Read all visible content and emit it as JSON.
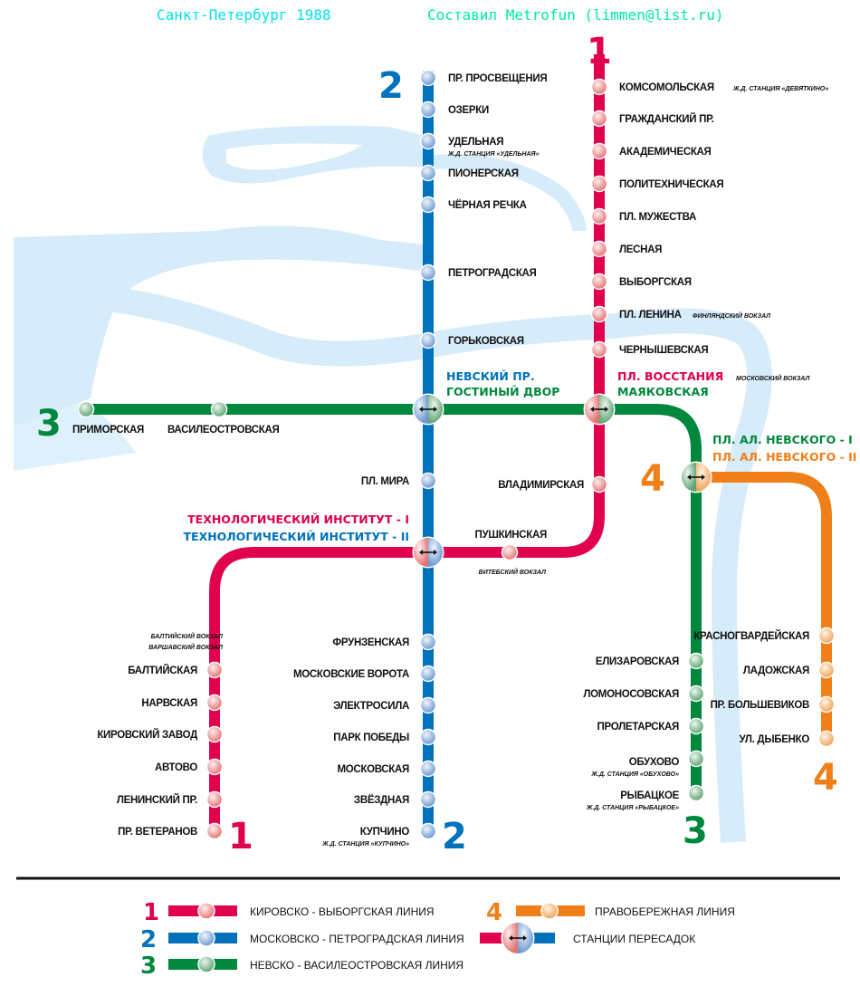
{
  "header": {
    "title": "Санкт-Петербург 1988",
    "author": "Составил Metrofun (limmen@list.ru)"
  },
  "colors": {
    "line1": "#e0004d",
    "line2": "#0072bc",
    "line3": "#00873e",
    "line4": "#f07f1a",
    "river": "#d6ecfa",
    "title": "#00e0f0",
    "author": "#00e8a8"
  },
  "line_numbers": {
    "line1": "1",
    "line2": "2",
    "line3": "3",
    "line4": "4"
  },
  "line1": {
    "stations": [
      {
        "name": "КОМСОМОЛЬСКАЯ",
        "note": "Ж.Д. СТАНЦИЯ «ДЕВЯТКИНО»"
      },
      {
        "name": "ГРАЖДАНСКИЙ ПР."
      },
      {
        "name": "АКАДЕМИЧЕСКАЯ"
      },
      {
        "name": "ПОЛИТЕХНИЧЕСКАЯ"
      },
      {
        "name": "ПЛ. МУЖЕСТВА"
      },
      {
        "name": "ЛЕСНАЯ"
      },
      {
        "name": "ВЫБОРГСКАЯ"
      },
      {
        "name": "ПЛ. ЛЕНИНА",
        "note": "ФИНЛЯНДСКИЙ ВОКЗАЛ"
      },
      {
        "name": "ЧЕРНЫШЕВСКАЯ"
      },
      {
        "name": "ВЛАДИМИРСКАЯ"
      },
      {
        "name": "ПУШКИНСКАЯ",
        "note": "ВИТЕБСКИЙ ВОКЗАЛ"
      },
      {
        "name": "БАЛТИЙСКАЯ",
        "note": "БАЛТИЙСКИЙ ВОКЗАЛ",
        "note2": "ВАРШАВСКИЙ ВОКЗАЛ"
      },
      {
        "name": "НАРВСКАЯ"
      },
      {
        "name": "КИРОВСКИЙ ЗАВОД"
      },
      {
        "name": "АВТОВО"
      },
      {
        "name": "ЛЕНИНСКИЙ ПР."
      },
      {
        "name": "ПР. ВЕТЕРАНОВ"
      }
    ]
  },
  "line2": {
    "stations": [
      {
        "name": "ПР. ПРОСВЕЩЕНИЯ"
      },
      {
        "name": "ОЗЕРКИ"
      },
      {
        "name": "УДЕЛЬНАЯ",
        "note": "Ж.Д. СТАНЦИЯ «УДЕЛЬНАЯ»"
      },
      {
        "name": "ПИОНЕРСКАЯ"
      },
      {
        "name": "ЧЁРНАЯ РЕЧКА"
      },
      {
        "name": "ПЕТРОГРАДСКАЯ"
      },
      {
        "name": "ГОРЬКОВСКАЯ"
      },
      {
        "name": "ПЛ. МИРА"
      },
      {
        "name": "ФРУНЗЕНСКАЯ"
      },
      {
        "name": "МОСКОВСКИЕ ВОРОТА"
      },
      {
        "name": "ЭЛЕКТРОСИЛА"
      },
      {
        "name": "ПАРК ПОБЕДЫ"
      },
      {
        "name": "МОСКОВСКАЯ"
      },
      {
        "name": "ЗВЁЗДНАЯ"
      },
      {
        "name": "КУПЧИНО",
        "note": "Ж.Д. СТАНЦИЯ «КУПЧИНО»"
      }
    ]
  },
  "line3": {
    "stations": [
      {
        "name": "ПРИМОРСКАЯ"
      },
      {
        "name": "ВАСИЛЕОСТРОВСКАЯ"
      },
      {
        "name": "ЕЛИЗАРОВСКАЯ"
      },
      {
        "name": "ЛОМОНОСОВСКАЯ"
      },
      {
        "name": "ПРОЛЕТАРСКАЯ"
      },
      {
        "name": "ОБУХОВО",
        "note": "Ж.Д. СТАНЦИЯ «ОБУХОВО»"
      },
      {
        "name": "РЫБАЦКОЕ",
        "note": "Ж.Д. СТАНЦИЯ «РЫБАЦКОЕ»"
      }
    ]
  },
  "line4": {
    "stations": [
      {
        "name": "КРАСНОГВАРДЕЙСКАЯ"
      },
      {
        "name": "ЛАДОЖСКАЯ"
      },
      {
        "name": "ПР. БОЛЬШЕВИКОВ"
      },
      {
        "name": "УЛ. ДЫБЕНКО"
      }
    ]
  },
  "transfers": [
    {
      "name_a": "НЕВСКИЙ ПР.",
      "name_b": "ГОСТИНЫЙ ДВОР",
      "icon": "transfer-arrow-icon"
    },
    {
      "name_a": "ПЛ. ВОССТАНИЯ",
      "name_b": "МАЯКОВСКАЯ",
      "note": "МОСКОВСКИЙ ВОКЗАЛ",
      "icon": "transfer-arrow-icon"
    },
    {
      "name_a": "ПЛ. АЛ. НЕВСКОГО - I",
      "name_b": "ПЛ. АЛ. НЕВСКОГО - II",
      "icon": "transfer-arrow-icon"
    },
    {
      "name_a": "ТЕХНОЛОГИЧЕСКИЙ ИНСТИТУТ -  I",
      "name_b": "ТЕХНОЛОГИЧЕСКИЙ ИНСТИТУТ - II",
      "icon": "transfer-arrow-icon"
    }
  ],
  "legend": {
    "line1": {
      "num": "1",
      "label": "КИРОВСКО - ВЫБОРГСКАЯ ЛИНИЯ"
    },
    "line2": {
      "num": "2",
      "label": "МОСКОВСКО - ПЕТРОГРАДСКАЯ ЛИНИЯ"
    },
    "line3": {
      "num": "3",
      "label": "НЕВСКО - ВАСИЛЕОСТРОВСКАЯ ЛИНИЯ"
    },
    "line4": {
      "num": "4",
      "label": "ПРАВОБЕРЕЖНАЯ ЛИНИЯ"
    },
    "transfer": {
      "label": "СТАНЦИИ ПЕРЕСАДОК"
    }
  }
}
